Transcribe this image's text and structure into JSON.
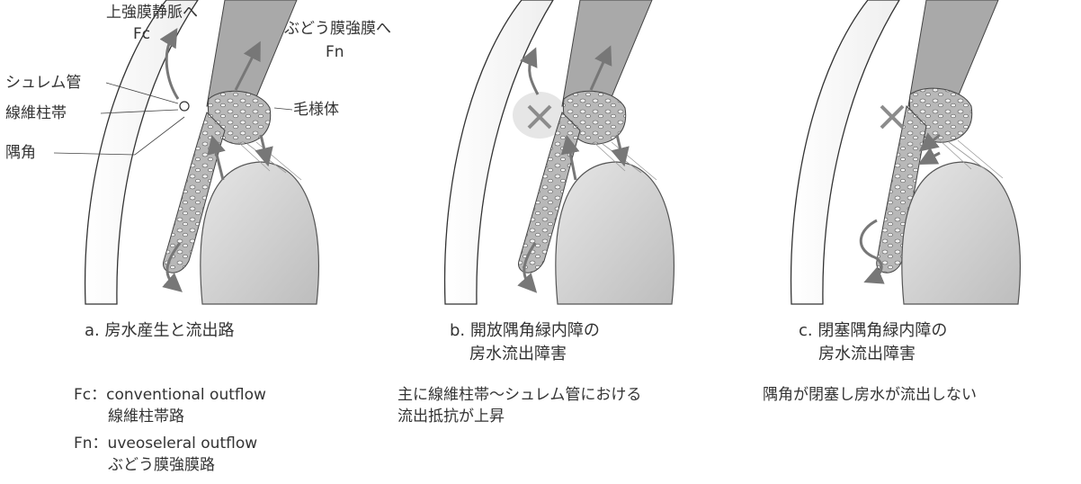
{
  "panel_a": {
    "label_upper_vein": "上強膜静脈へ",
    "label_fc": "Fc",
    "label_uveo": "ぶどう膜強膜へ",
    "label_fn": "Fn",
    "label_schlemm": "シュレム管",
    "label_trabecular": "線維柱帯",
    "label_angle": "隅角",
    "label_ciliary": "毛様体",
    "caption": "a. 房水産生と流出路",
    "note_fc_1": "Fc：conventional outflow",
    "note_fc_2": "線維柱帯路",
    "note_fn_1": "Fn：uveoseleral outflow",
    "note_fn_2": "ぶどう膜強膜路"
  },
  "panel_b": {
    "caption_1": "b. 開放隅角緑内障の",
    "caption_2": "房水流出障害",
    "note_1": "主に線維柱帯〜シュレム管における",
    "note_2": "流出抵抗が上昇"
  },
  "panel_c": {
    "caption_1": "c. 閉塞隅角緑内障の",
    "caption_2": "房水流出障害",
    "note_1": "隅角が閉塞し房水が流出しない"
  },
  "colors": {
    "line": "#333333",
    "tissue": "#9a9a9a",
    "lens": "#d4d4d4",
    "arrow": "#777777",
    "block": "#8c8c8c"
  }
}
